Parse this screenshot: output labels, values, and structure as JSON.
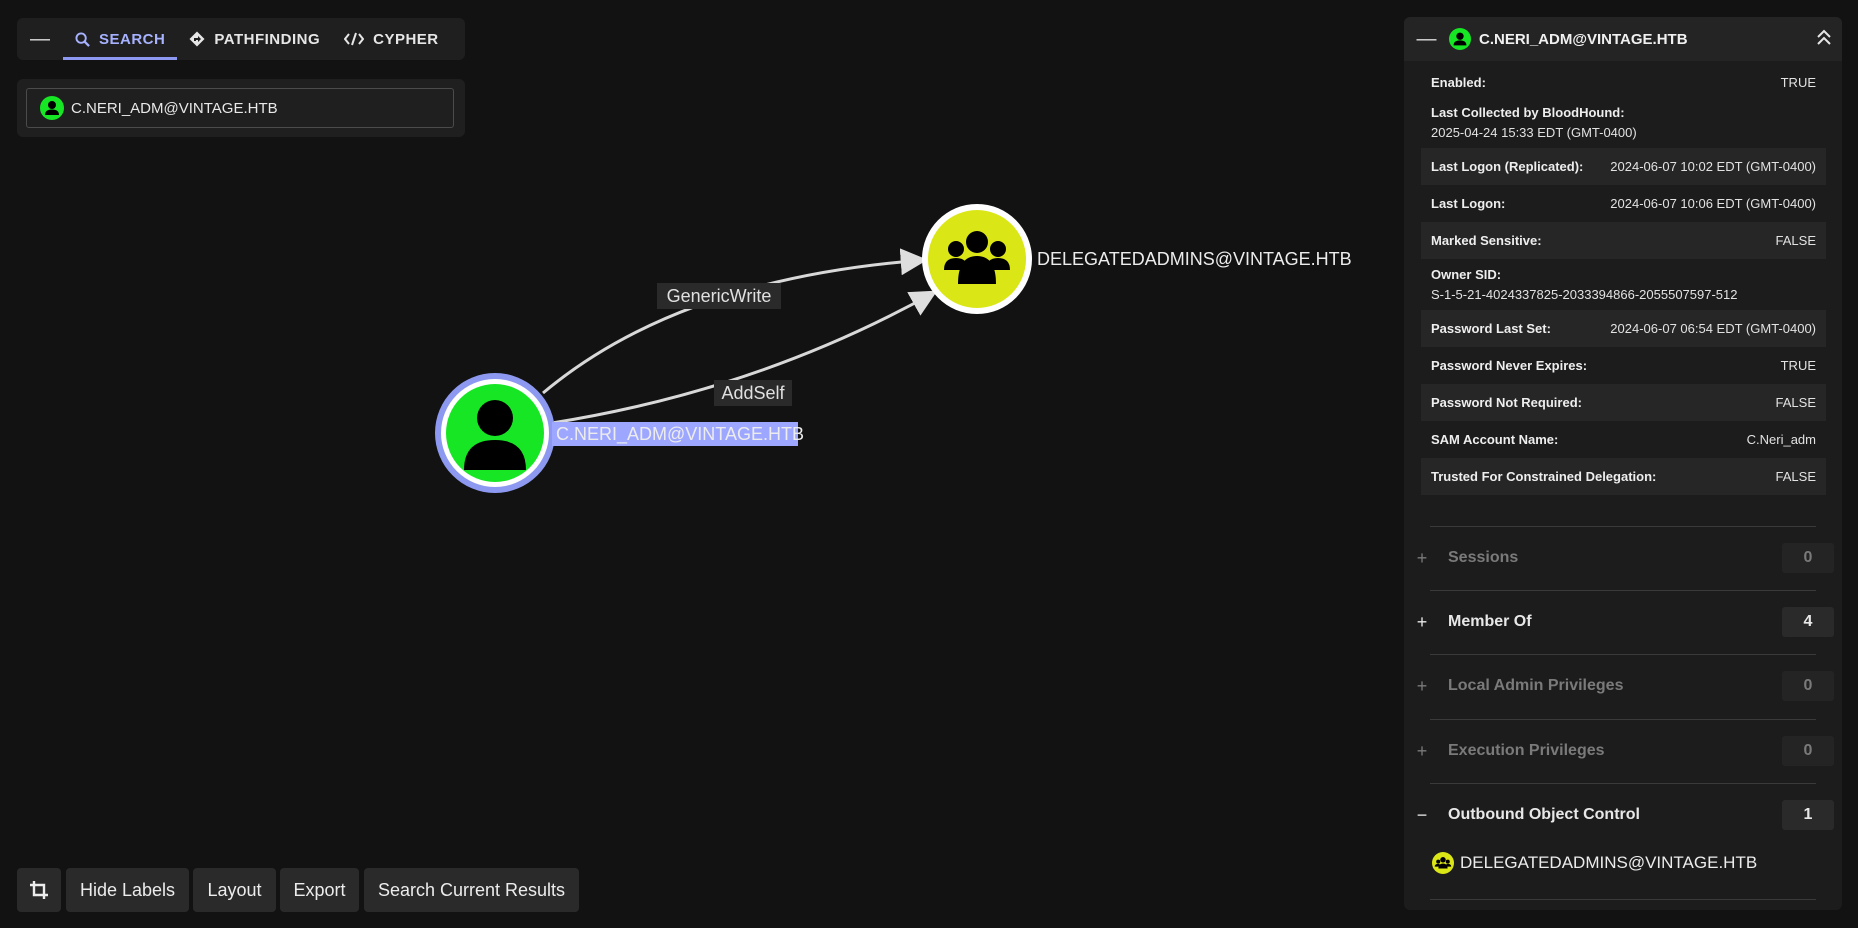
{
  "tabs": {
    "items": [
      {
        "label": "SEARCH",
        "icon": "search-icon"
      },
      {
        "label": "PATHFINDING",
        "icon": "pathfinding-icon"
      },
      {
        "label": "CYPHER",
        "icon": "code-icon"
      }
    ],
    "active": "SEARCH"
  },
  "search": {
    "value": "C.NERI_ADM@VINTAGE.HTB",
    "icon": "user-icon"
  },
  "graph": {
    "nodes": [
      {
        "label": "C.NERI_ADM@VINTAGE.HTB",
        "type": "user",
        "color": "#17e625",
        "selected": true
      },
      {
        "label": "DELEGATEDADMINS@VINTAGE.HTB",
        "type": "group",
        "color": "#dbe617"
      }
    ],
    "edges": [
      {
        "label": "GenericWrite",
        "from": "C.NERI_ADM@VINTAGE.HTB",
        "to": "DELEGATEDADMINS@VINTAGE.HTB"
      },
      {
        "label": "AddSelf",
        "from": "C.NERI_ADM@VINTAGE.HTB",
        "to": "DELEGATEDADMINS@VINTAGE.HTB"
      }
    ]
  },
  "toolbar": {
    "crop_icon": "crop-icon",
    "hide_labels": "Hide Labels",
    "layout": "Layout",
    "export": "Export",
    "search_current": "Search Current Results"
  },
  "entity": {
    "title": "C.NERI_ADM@VINTAGE.HTB",
    "properties": [
      {
        "label": "Enabled:",
        "value": "TRUE"
      },
      {
        "label": "Last Collected by BloodHound:",
        "value": "2025-04-24 15:33 EDT (GMT-0400)"
      },
      {
        "label": "Last Logon (Replicated):",
        "value": "2024-06-07 10:02 EDT (GMT-0400)"
      },
      {
        "label": "Last Logon:",
        "value": "2024-06-07 10:06 EDT (GMT-0400)"
      },
      {
        "label": "Marked Sensitive:",
        "value": "FALSE"
      },
      {
        "label": "Owner SID:",
        "value": "S-1-5-21-4024337825-2033394866-2055507597-512"
      },
      {
        "label": "Password Last Set:",
        "value": "2024-06-07 06:54 EDT (GMT-0400)"
      },
      {
        "label": "Password Never Expires:",
        "value": "TRUE"
      },
      {
        "label": "Password Not Required:",
        "value": "FALSE"
      },
      {
        "label": "SAM Account Name:",
        "value": "C.Neri_adm"
      },
      {
        "label": "Trusted For Constrained Delegation:",
        "value": "FALSE"
      }
    ],
    "sections": [
      {
        "title": "Sessions",
        "count": "0",
        "expanded": false,
        "enabled": false
      },
      {
        "title": "Member Of",
        "count": "4",
        "expanded": false,
        "enabled": true
      },
      {
        "title": "Local Admin Privileges",
        "count": "0",
        "expanded": false,
        "enabled": false
      },
      {
        "title": "Execution Privileges",
        "count": "0",
        "expanded": false,
        "enabled": false
      },
      {
        "title": "Outbound Object Control",
        "count": "1",
        "expanded": true,
        "enabled": true
      }
    ],
    "outbound_items": [
      {
        "label": "DELEGATEDADMINS@VINTAGE.HTB",
        "icon": "group-icon"
      }
    ]
  },
  "colors": {
    "accent": "#8d99f0",
    "user_node": "#17e625",
    "group_node": "#dbe617",
    "background": "#121212",
    "panel": "#1f1f1f"
  }
}
